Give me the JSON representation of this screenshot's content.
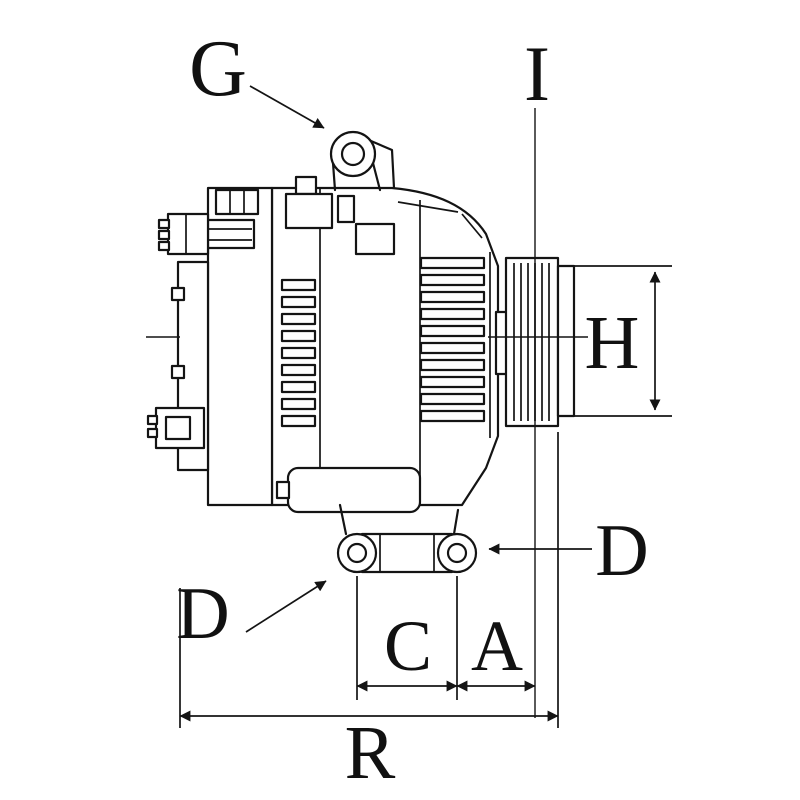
{
  "labels": {
    "g": "G",
    "i": "I",
    "h": "H",
    "d_front": "D",
    "d_rear": "D",
    "c": "C",
    "a": "A",
    "r": "R"
  },
  "colors": {
    "line": "#141414",
    "background": "#ffffff"
  }
}
